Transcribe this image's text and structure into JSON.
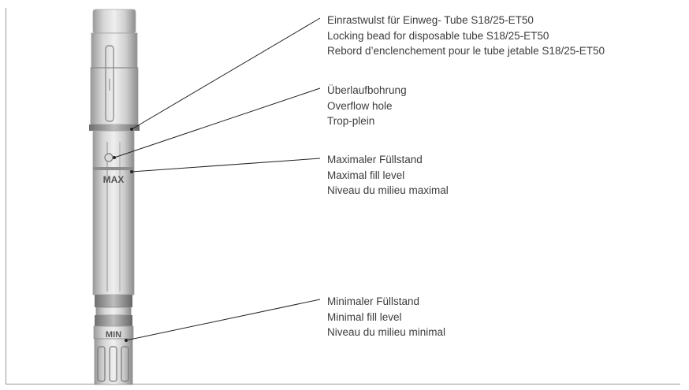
{
  "callouts": [
    {
      "name": "locking-bead",
      "lines": [
        "Einrastwulst für Einweg- Tube S18/25-ET50",
        "Locking bead for disposable tube S18/25-ET50",
        "Rebord d’enclenchement pour le tube jetable S18/25-ET50"
      ]
    },
    {
      "name": "overflow-hole",
      "lines": [
        "Überlaufbohrung",
        "Overflow hole",
        "Trop-plein"
      ]
    },
    {
      "name": "max-fill-level",
      "lines": [
        "Maximaler Füllstand",
        "Maximal fill level",
        "Niveau du milieu maximal"
      ]
    },
    {
      "name": "min-fill-level",
      "lines": [
        "Minimaler Füllstand",
        "Minimal fill level",
        "Niveau du milieu minimal"
      ]
    }
  ],
  "probe_labels": {
    "max": "MAX",
    "min": "MIN"
  }
}
